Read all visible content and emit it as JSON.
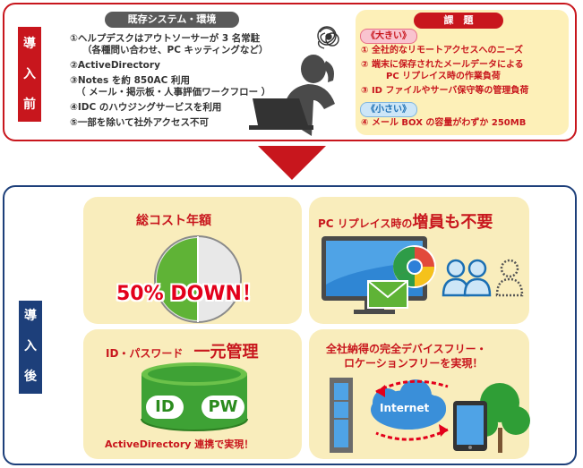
{
  "before": {
    "label": [
      "導",
      "入",
      "前"
    ],
    "existing_title": "既存システム・環境",
    "existing_items": [
      "①ヘルプデスクはアウトソーサーが 3 名常駐",
      "（各種問い合わせ、PC キッティングなど）",
      "②ActiveDirectory",
      "③Notes を約 850AC 利用",
      "（ メール・掲示板・人事評価ワークフロー ）",
      "④IDC のハウジングサービスを利用",
      "⑤一部を除いて社外アクセス不可"
    ],
    "issues_title": "課　題",
    "big_label": "《大きい》",
    "small_label": "《小さい》",
    "issues": [
      "① 全社的なリモートアクセスへのニーズ",
      "② 端末に保存されたメールデータによる",
      "PC リプレイス時の作業負荷",
      "③ ID ファイルやサーバ保守等の管理負荷",
      "④ メール BOX の容量がわずか 250MB"
    ]
  },
  "after": {
    "label": [
      "導",
      "入",
      "後"
    ],
    "card1": {
      "title": "総コスト年額",
      "highlight": "50% DOWN！",
      "ratio": 0.5
    },
    "card2": {
      "title_prefix": "PC リプレイス時の",
      "title_emph": "増員も不要"
    },
    "card3": {
      "title_prefix": "ID・パスワード",
      "title_emph": "一元管理",
      "id_label": "ID",
      "pw_label": "PW",
      "subtitle": "ActiveDirectory 連携で実現！"
    },
    "card4": {
      "title_line1": "全社納得の完全デバイスフリー・",
      "title_line2": "ロケーションフリーを実現！",
      "cloud_label": "Internet"
    }
  },
  "colors": {
    "red": "#c8161d",
    "navy": "#1d3f7a",
    "cream": "#f9edbc",
    "green": "#4caf2d"
  }
}
